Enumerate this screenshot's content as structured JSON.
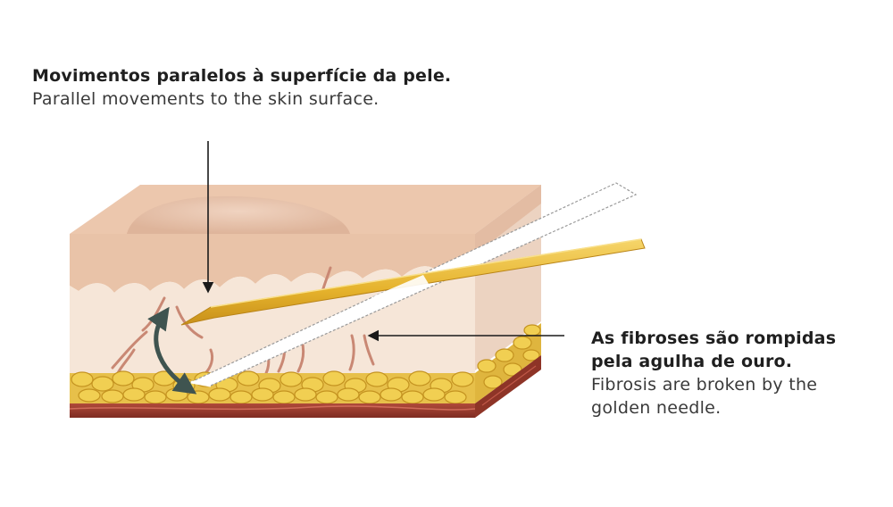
{
  "top_annotation": {
    "title_pt": "Movimentos paralelos à superfície da pele.",
    "subtitle_en": "Parallel movements to the skin surface."
  },
  "right_annotation": {
    "line1_pt": "As fibroses são rompidas",
    "line2_pt": "pela agulha de ouro.",
    "line1_en": "Fibrosis are broken by the",
    "line2_en": "golden needle."
  },
  "colors": {
    "skin_top": "#ecc9b2",
    "dermis": "#f5e4d6",
    "fat": "#e9c23a",
    "muscle": "#9a3a2e",
    "needle_gold": "#e8b830",
    "arrow_dark": "#3f5450"
  }
}
